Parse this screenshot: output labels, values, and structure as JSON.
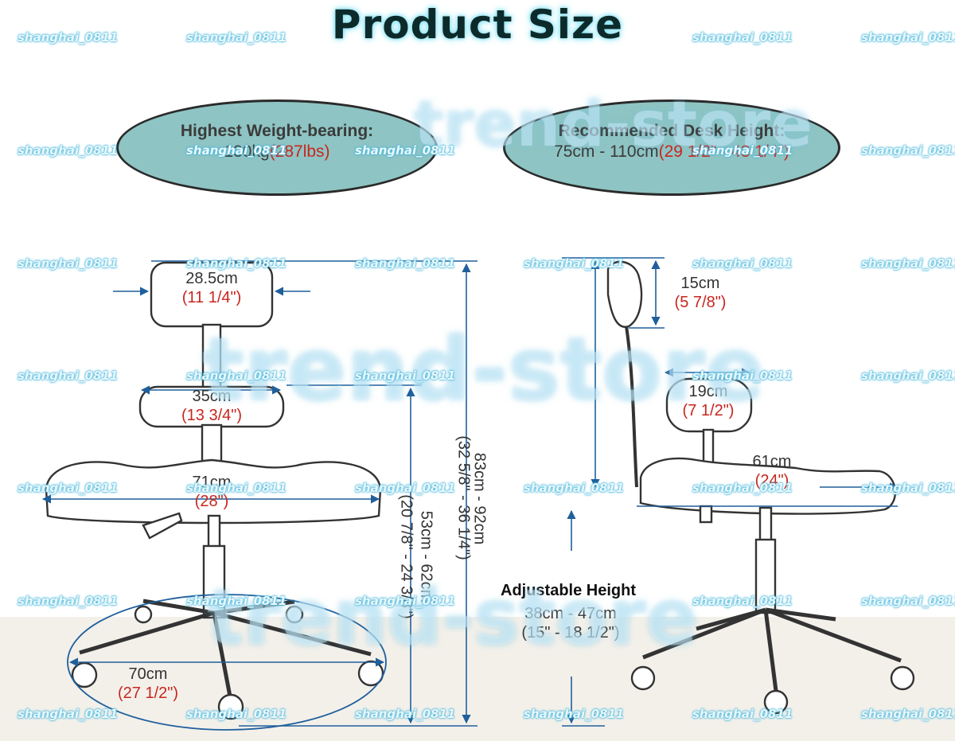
{
  "title": "Product Size",
  "info": {
    "weight": {
      "heading": "Highest Weight-bearing:",
      "value": "130kg",
      "value_imperial": "(287lbs)"
    },
    "desk": {
      "heading": "Recommended Desk Height:",
      "value": "75cm - 110cm",
      "value_imperial": "(29 1/2\" - 43 1/4\")"
    }
  },
  "dimensions": {
    "backrest_width": {
      "metric": "28.5cm",
      "imperial": "(11 1/4\")"
    },
    "backrest_height": {
      "metric": "15cm",
      "imperial": "(5 7/8\")"
    },
    "backrest_lower_width": {
      "metric": "35cm",
      "imperial": "(13 3/4\")"
    },
    "seat_back_depth": {
      "metric": "19cm",
      "imperial": "(7 1/2\")"
    },
    "seat_width": {
      "metric": "71cm",
      "imperial": "(28\")"
    },
    "seat_depth": {
      "metric": "61cm",
      "imperial": "(24\")"
    },
    "base_width": {
      "metric": "70cm",
      "imperial": "(27 1/2\")"
    },
    "seat_height": {
      "metric": "53cm - 62cm",
      "imperial": "(20 7/8\" - 24 3/8\")"
    },
    "total_height": {
      "metric": "83cm - 92cm",
      "imperial": "(32 5/8\" - 36 1/4\")"
    },
    "adjustable": {
      "label": "Adjustable Height",
      "metric": "38cm - 47cm",
      "imperial": "(15\" - 18 1/2\")"
    }
  },
  "watermarks": {
    "small": "shanghai_0811",
    "large": "trend-store"
  },
  "colors": {
    "ellipse_fill": "#8ec4c3",
    "arrow": "#1f5f9c",
    "imperial_text": "#c8261e",
    "title_glow": "#7fe0f2"
  }
}
